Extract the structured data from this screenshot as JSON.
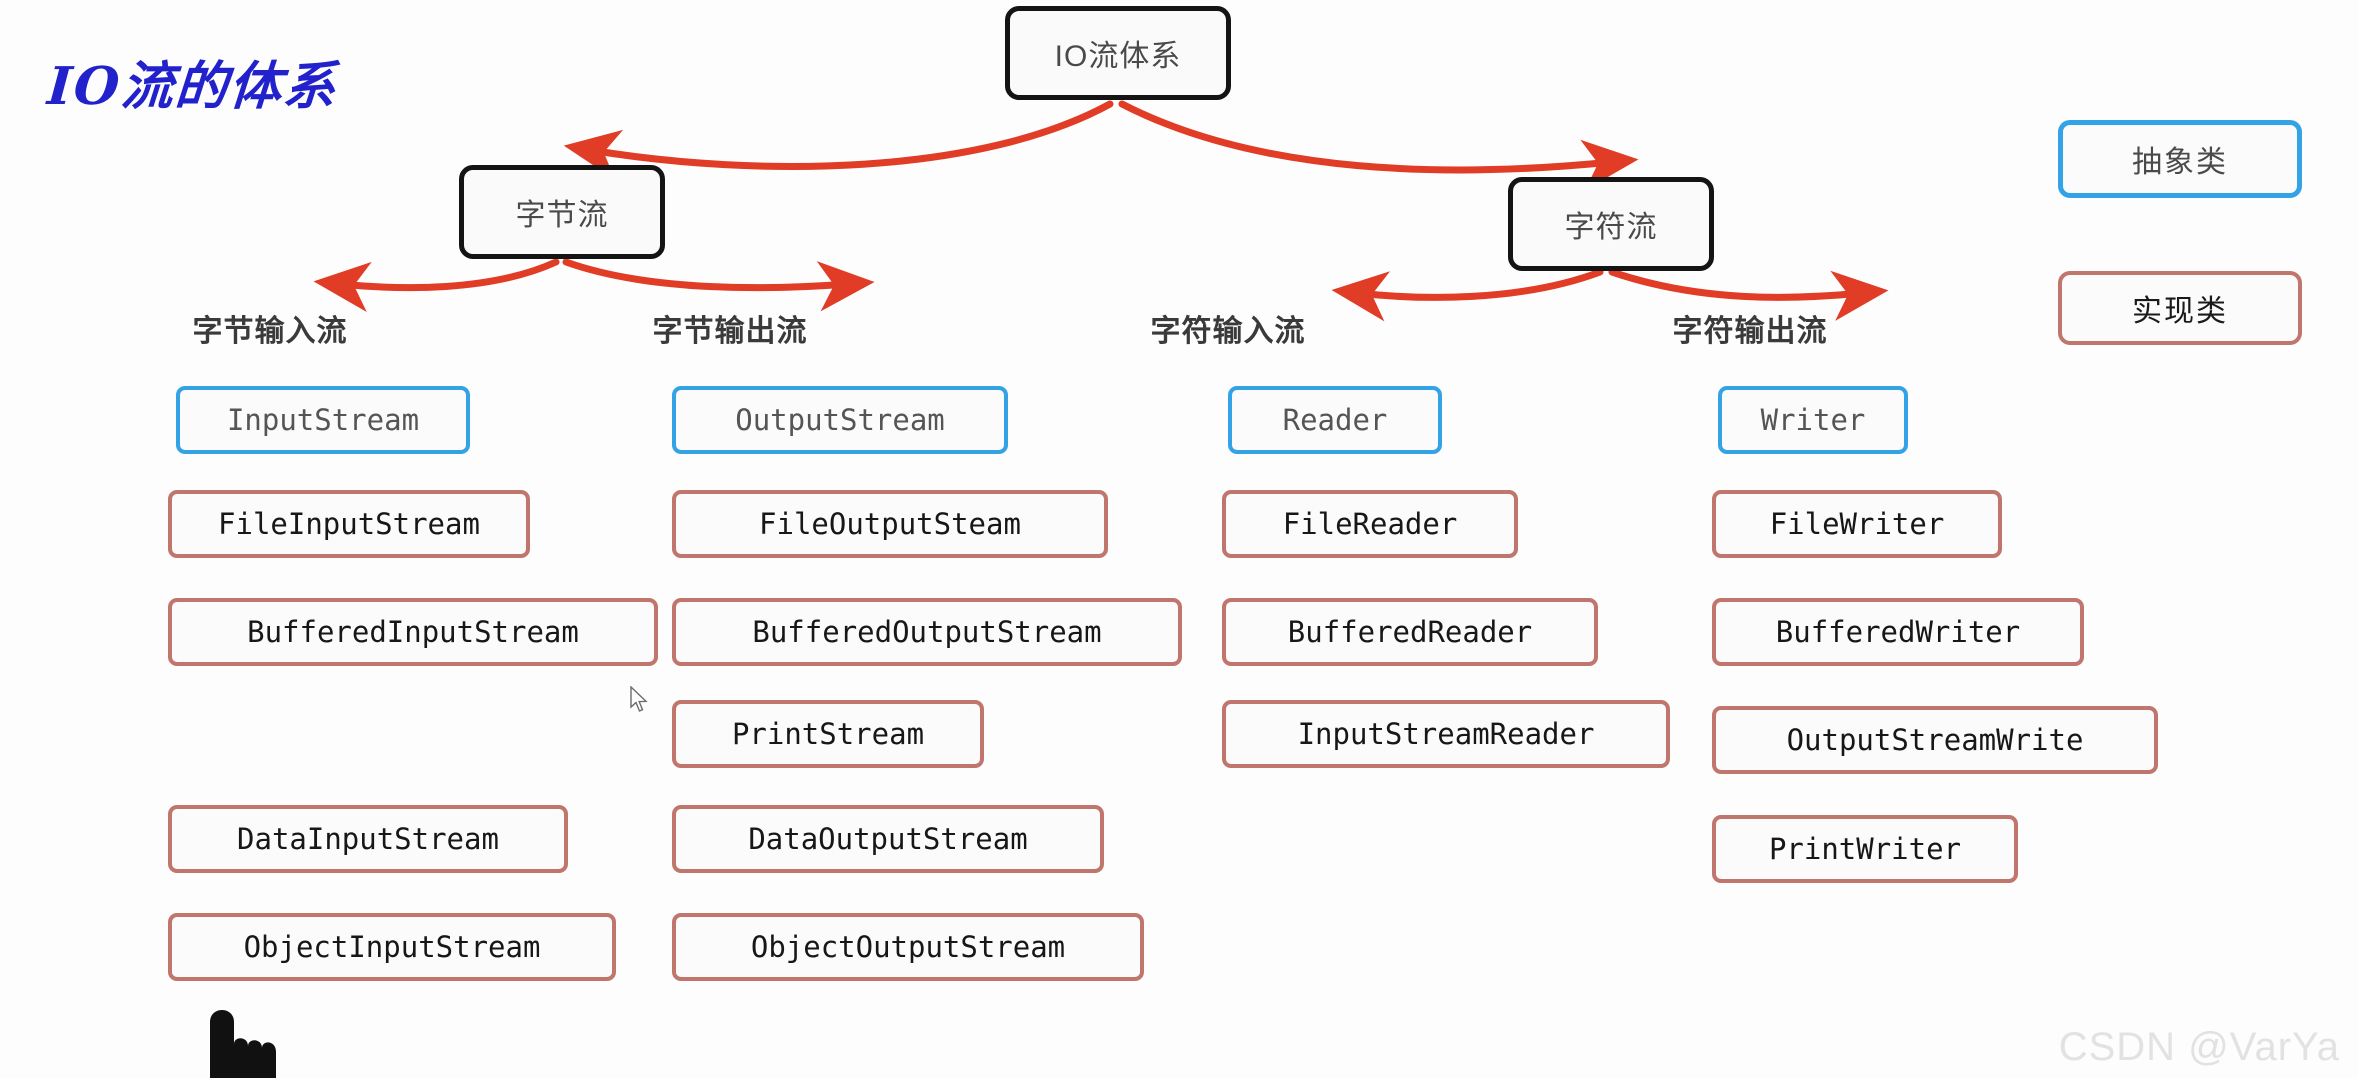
{
  "title": "IO流的体系",
  "colors": {
    "title": "#2222cc",
    "arrow": "#e03c26",
    "abstract_border": "#33a3e6",
    "impl_border": "#c0766c",
    "node_border": "#141414",
    "watermark": "#e2e2e2"
  },
  "tree": {
    "root": "IO流体系",
    "branch_left": "字节流",
    "branch_right": "字符流"
  },
  "legend": {
    "abstract": "抽象类",
    "impl": "实现类"
  },
  "columns": [
    {
      "header": "字节输入流",
      "abstract": "InputStream",
      "impls": [
        "FileInputStream",
        "BufferedInputStream",
        "DataInputStream",
        "ObjectInputStream"
      ]
    },
    {
      "header": "字节输出流",
      "abstract": "OutputStream",
      "impls": [
        "FileOutputSteam",
        "BufferedOutputStream",
        "PrintStream",
        "DataOutputStream",
        "ObjectOutputStream"
      ]
    },
    {
      "header": "字符输入流",
      "abstract": "Reader",
      "impls": [
        "FileReader",
        "BufferedReader",
        "InputStreamReader"
      ]
    },
    {
      "header": "字符输出流",
      "abstract": "Writer",
      "impls": [
        "FileWriter",
        "BufferedWriter",
        "OutputStreamWrite",
        "PrintWriter"
      ]
    }
  ],
  "watermark": "CSDN @VarYa"
}
